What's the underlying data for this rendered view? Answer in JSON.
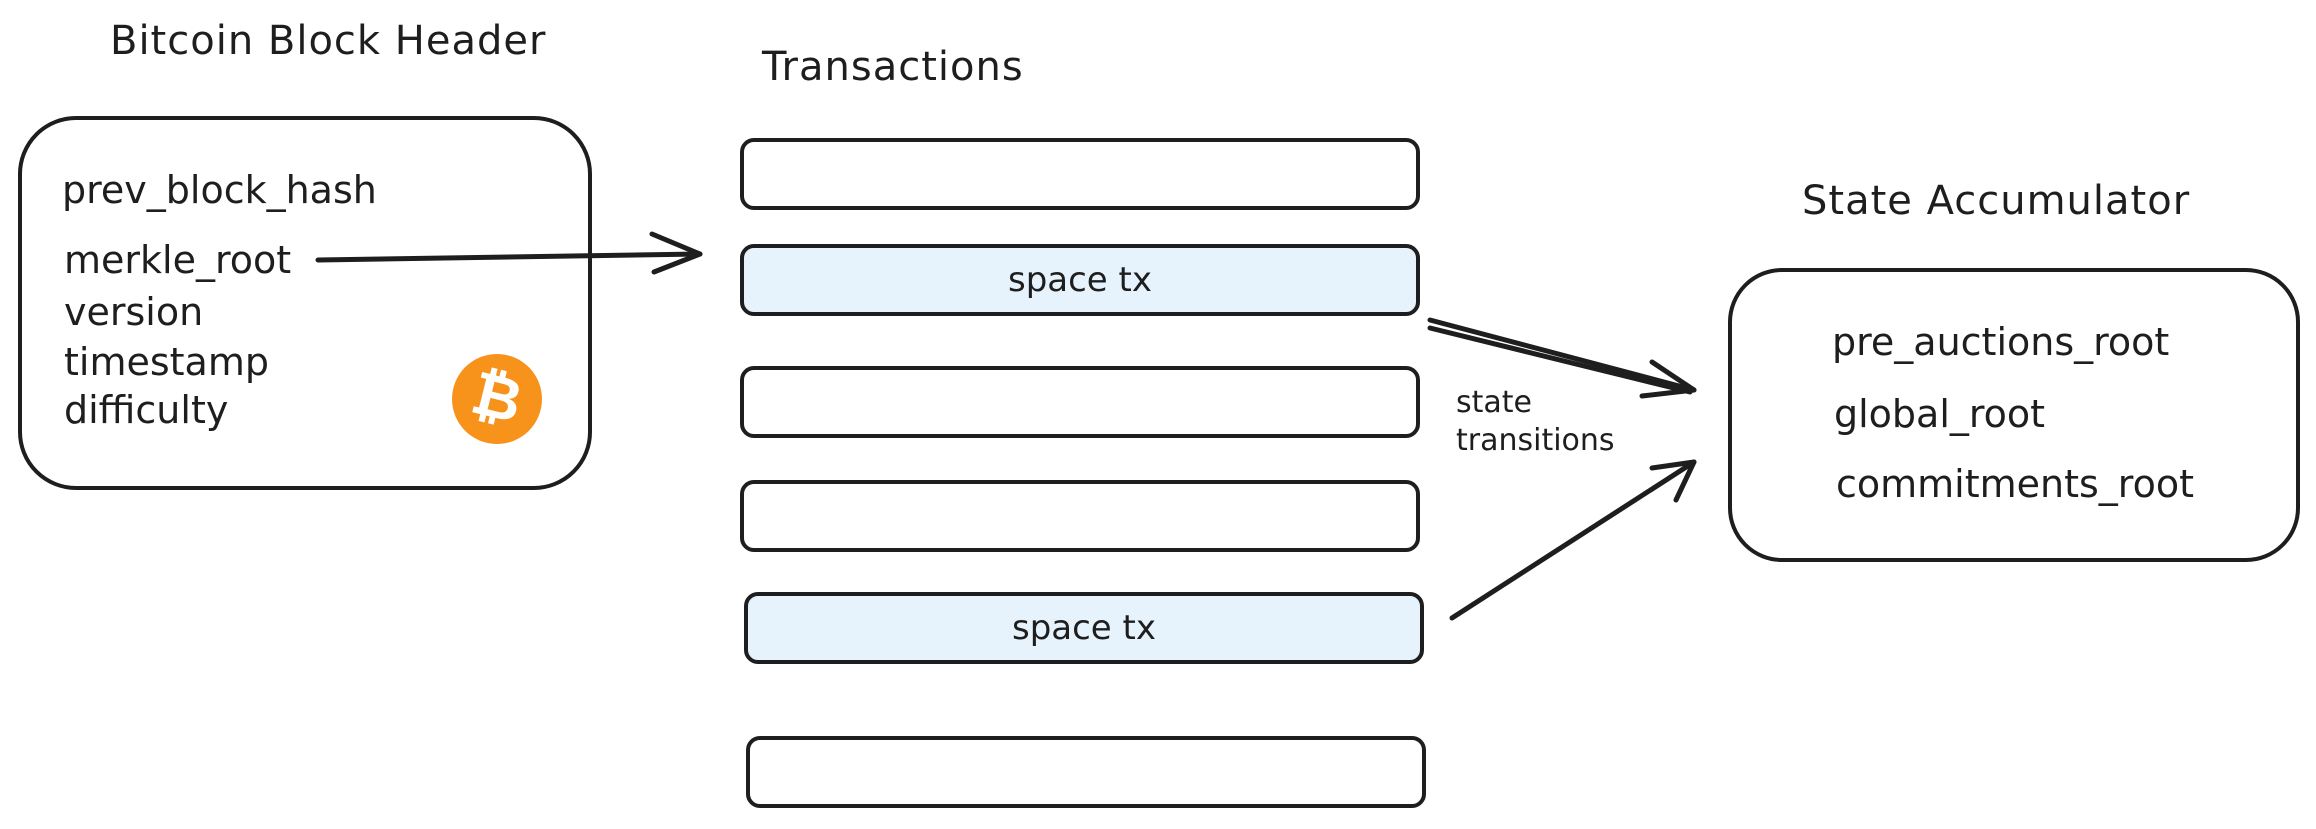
{
  "block_header": {
    "title": "Bitcoin Block Header",
    "fields": [
      "prev_block_hash",
      "merkle_root",
      "version",
      "timestamp",
      "difficulty"
    ],
    "logo_symbol": "₿",
    "logo_color": "#f7931a"
  },
  "transactions": {
    "title": "Transactions",
    "rows": [
      {
        "label": "",
        "highlight": false
      },
      {
        "label": "space tx",
        "highlight": true
      },
      {
        "label": "",
        "highlight": false
      },
      {
        "label": "",
        "highlight": false
      },
      {
        "label": "space tx",
        "highlight": true
      },
      {
        "label": "",
        "highlight": false
      }
    ],
    "highlight_color": "#e6f3fc"
  },
  "transitions_note": {
    "line1": "state",
    "line2": "transitions"
  },
  "state_accumulator": {
    "title": "State Accumulator",
    "fields": [
      "pre_auctions_root",
      "global_root",
      "commitments_root"
    ]
  }
}
